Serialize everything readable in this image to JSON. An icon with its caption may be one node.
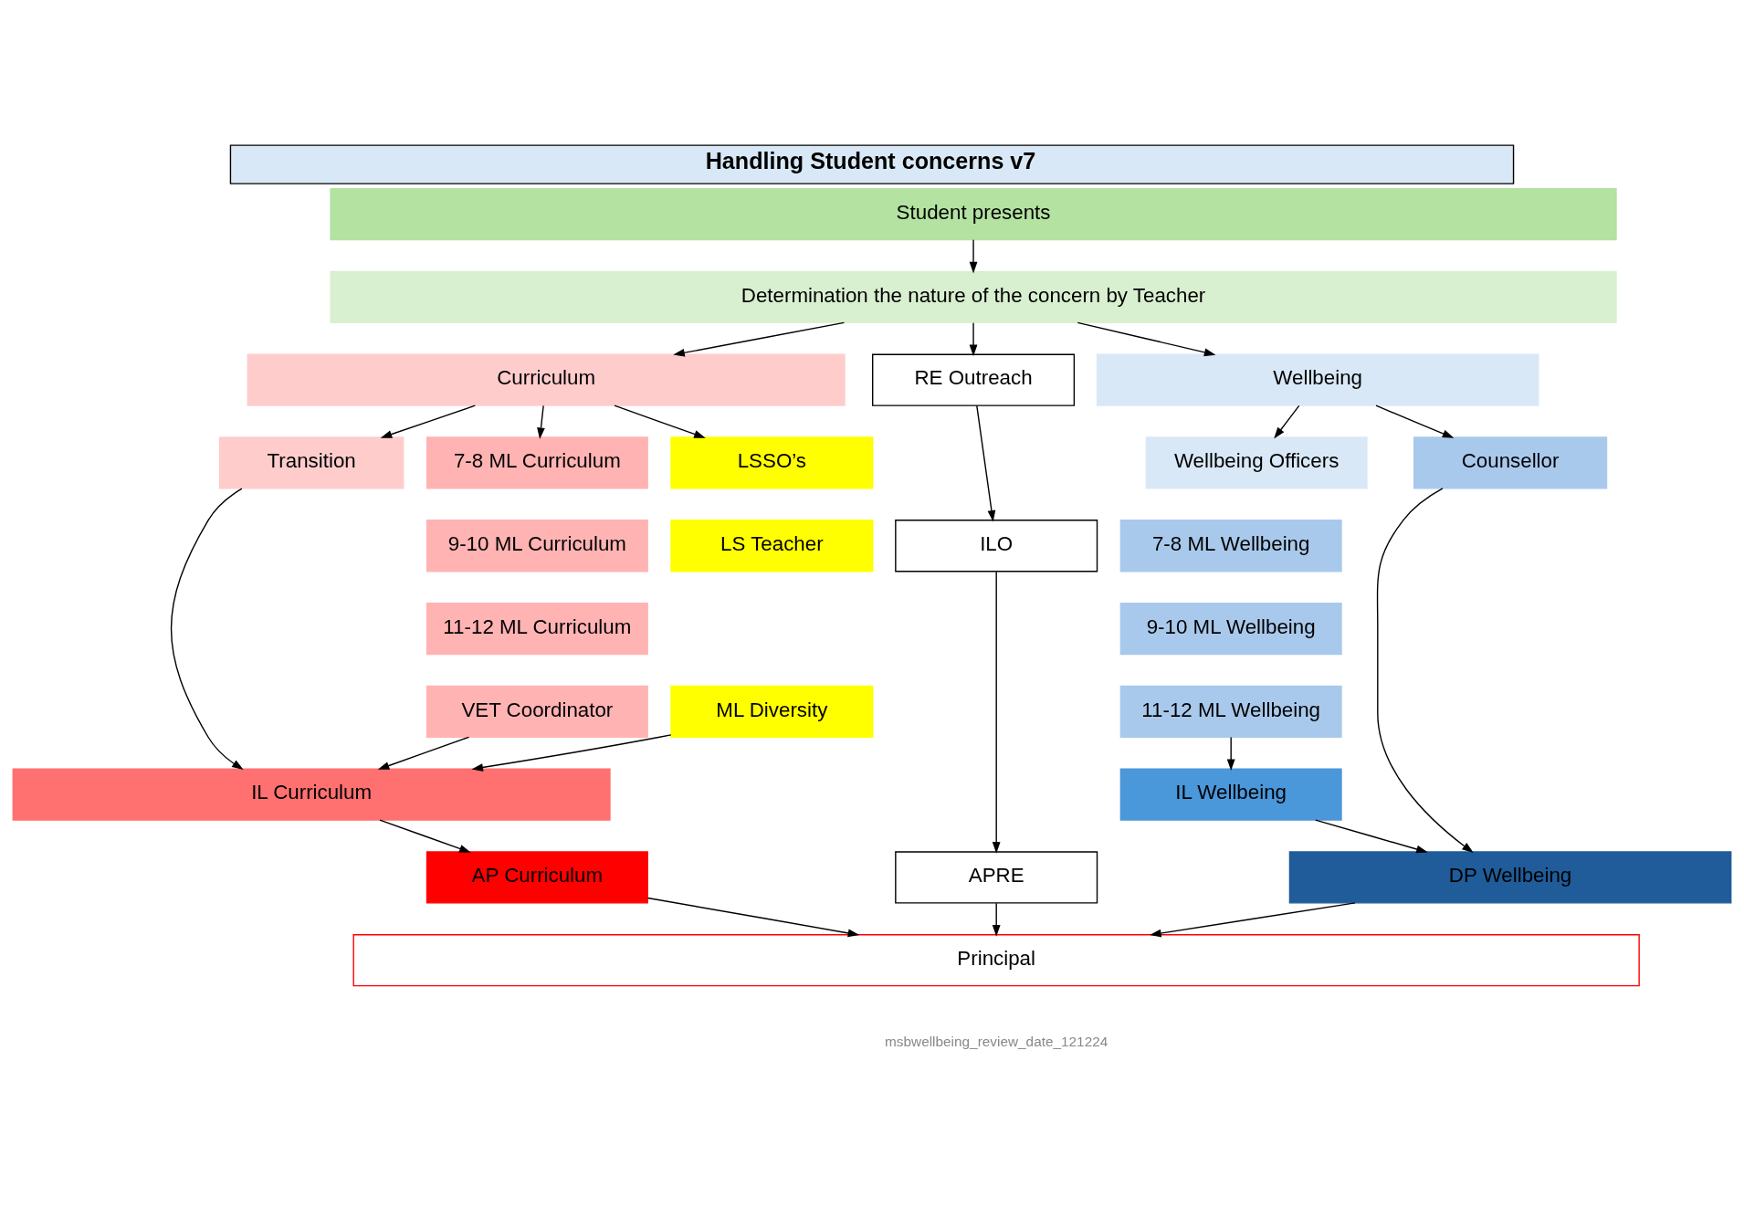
{
  "diagram": {
    "title": "Handling Student concerns v7",
    "nodes": [
      {
        "text": [
          "Student presents"
        ]
      },
      {
        "text": [
          "Determination the nature of the concern by Teacher"
        ]
      },
      {
        "text": [
          "Curriculum"
        ]
      },
      {
        "text": [
          "RE Outreach"
        ]
      },
      {
        "text": [
          "Wellbeing"
        ]
      },
      {
        "text": [
          "Transition"
        ]
      },
      {
        "text": [
          "7-8 ML Curriculum"
        ]
      },
      {
        "text": [
          "LSSO’s"
        ]
      },
      {
        "text": [
          "Wellbeing Officers"
        ]
      },
      {
        "text": [
          "Counsellor"
        ]
      },
      {
        "text": [
          "9-10 ML Curriculum"
        ]
      },
      {
        "text": [
          "LS Teacher"
        ]
      },
      {
        "text": [
          "ILO"
        ]
      },
      {
        "text": [
          "7-8 ML Wellbeing"
        ]
      },
      {
        "text": [
          "11-12 ML Curriculum"
        ]
      },
      {
        "text": [
          "ML Diversity"
        ]
      },
      {
        "text": [
          "9-10 ML Wellbeing"
        ]
      },
      {
        "text": [
          "VET Coordinator"
        ]
      },
      {
        "text": [
          "11-12 ML Wellbeing"
        ]
      },
      {
        "text": [
          "IL Curriculum"
        ]
      },
      {
        "text": [
          "IL Wellbeing"
        ]
      },
      {
        "text": [
          "AP Curriculum"
        ]
      },
      {
        "text": [
          "APRE"
        ]
      },
      {
        "text": [
          "DP Wellbeing"
        ]
      },
      {
        "text": [
          "Principal"
        ]
      }
    ],
    "edges": [
      {
        "from": 0,
        "to": 1,
        "arrow": "to"
      },
      {
        "from": 1,
        "to": 2,
        "arrow": "to"
      },
      {
        "from": 1,
        "to": 3,
        "arrow": "to"
      },
      {
        "from": 1,
        "to": 4,
        "arrow": "to"
      },
      {
        "from": 2,
        "to": 5,
        "arrow": "to"
      },
      {
        "from": 2,
        "to": 6,
        "arrow": "to"
      },
      {
        "from": 2,
        "to": 7,
        "arrow": "to"
      },
      {
        "from": 3,
        "to": 12,
        "arrow": "to"
      },
      {
        "from": 4,
        "to": 8,
        "arrow": "to"
      },
      {
        "from": 4,
        "to": 9,
        "arrow": "to"
      },
      {
        "from": 5,
        "to": 19,
        "arrow": "to"
      },
      {
        "from": 17,
        "to": 19,
        "arrow": "to"
      },
      {
        "from": 15,
        "to": 19,
        "arrow": "to"
      },
      {
        "from": 18,
        "to": 20,
        "arrow": "to"
      },
      {
        "from": 19,
        "to": 21,
        "arrow": "to"
      },
      {
        "from": 12,
        "to": 22,
        "arrow": "to"
      },
      {
        "from": 20,
        "to": 23,
        "arrow": "to"
      },
      {
        "from": 9,
        "to": 23,
        "arrow": "to"
      },
      {
        "from": 21,
        "to": 24,
        "arrow": "to"
      },
      {
        "from": 22,
        "to": 24,
        "arrow": "to"
      },
      {
        "from": 23,
        "to": 24,
        "arrow": "to"
      }
    ],
    "labels": [
      "msbwellbeing_review_date_121224"
    ]
  }
}
